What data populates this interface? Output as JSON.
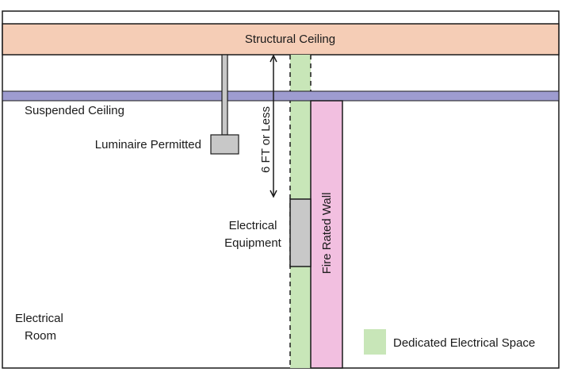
{
  "labels": {
    "structural_ceiling": "Structural Ceiling",
    "suspended_ceiling": "Suspended Ceiling",
    "luminaire": "Luminaire Permitted",
    "height_limit": "6 FT or Less",
    "equipment_line1": "Electrical",
    "equipment_line2": "Equipment",
    "fire_wall": "Fire Rated Wall",
    "room_line1": "Electrical",
    "room_line2": "Room",
    "legend": "Dedicated Electrical Space"
  },
  "colors": {
    "structural_ceiling": "#f5cdb6",
    "suspended_ceiling": "#9e9cd0",
    "dedicated_space": "#c8e6b8",
    "fire_wall": "#f2bfe0",
    "equipment": "#c8c8c8",
    "luminaire": "#c8c8c8",
    "stroke": "#1a1a1a"
  }
}
